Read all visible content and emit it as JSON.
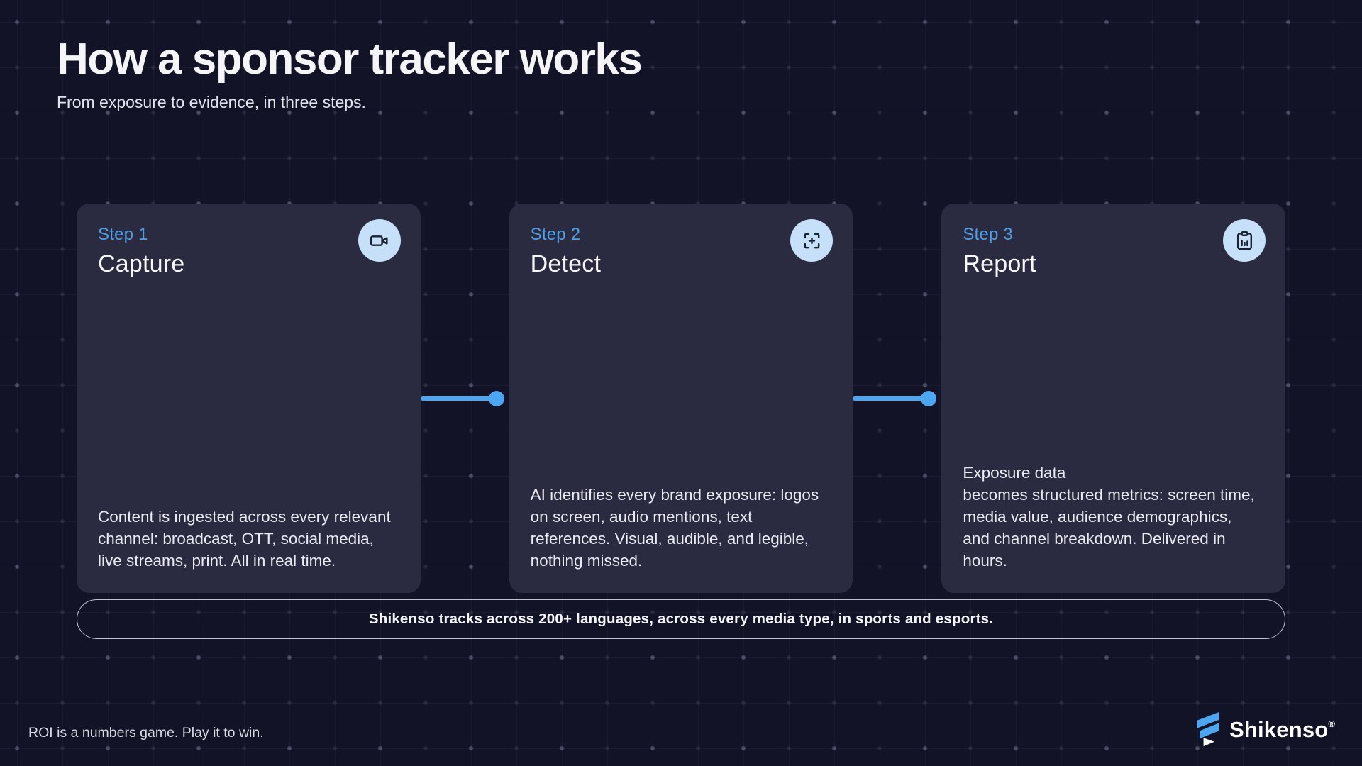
{
  "colors": {
    "page_background": "#131327",
    "card_background": "#2A2A40",
    "accent_blue": "#4DA6F2",
    "step_label_blue": "#4F9FE6",
    "icon_circle_background": "#C7E0F9",
    "icon_stroke": "#1A2133",
    "text_primary": "#F4F4F8"
  },
  "header": {
    "title": "How a sponsor tracker works",
    "subtitle": "From exposure to evidence, in three steps."
  },
  "steps": [
    {
      "label": "Step 1",
      "title": "Capture",
      "icon": "video-camera-icon",
      "description": "Content is ingested across every relevant channel: broadcast, OTT, social media, live streams, print. All in real time."
    },
    {
      "label": "Step 2",
      "title": "Detect",
      "icon": "scan-frame-icon",
      "description": "AI identifies every brand exposure: logos on screen, audio mentions, text references. Visual, audible, and legible, nothing missed."
    },
    {
      "label": "Step 3",
      "title": "Report",
      "icon": "clipboard-chart-icon",
      "description": "Exposure data\nbecomes structured metrics: screen time, media value, audience demographics, and channel breakdown. Delivered in hours."
    }
  ],
  "banner": {
    "text": "Shikenso tracks across 200+ languages, across every media type, in sports and esports."
  },
  "footer": {
    "tagline": "ROI is a numbers game. Play it to win.",
    "brand": {
      "name": "Shikenso",
      "registered_mark": "®",
      "logo_icon": "shikenso-s-mark-icon"
    }
  }
}
